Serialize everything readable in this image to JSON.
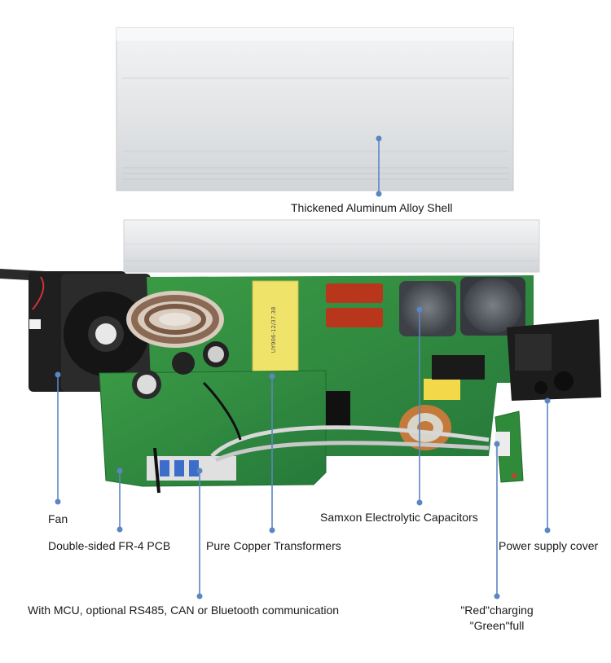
{
  "callouts": {
    "shell": "Thickened Aluminum Alloy Shell",
    "fan": "Fan",
    "pcb": "Double-sided FR-4 PCB",
    "transformers": "Pure Copper Transformers",
    "capacitors": "Samxon Electrolytic Capacitors",
    "cover": "Power supply cover",
    "mcu": "With MCU, optional RS485, CAN or Bluetooth communication",
    "led_line1": "\"Red\"charging",
    "led_line2": "\"Green\"full"
  },
  "colors": {
    "callout_line": "#5b86c2",
    "pcb_green": "#2f8a3a",
    "aluminum": "#e6e8ea",
    "fan_black": "#1c1c1c"
  }
}
